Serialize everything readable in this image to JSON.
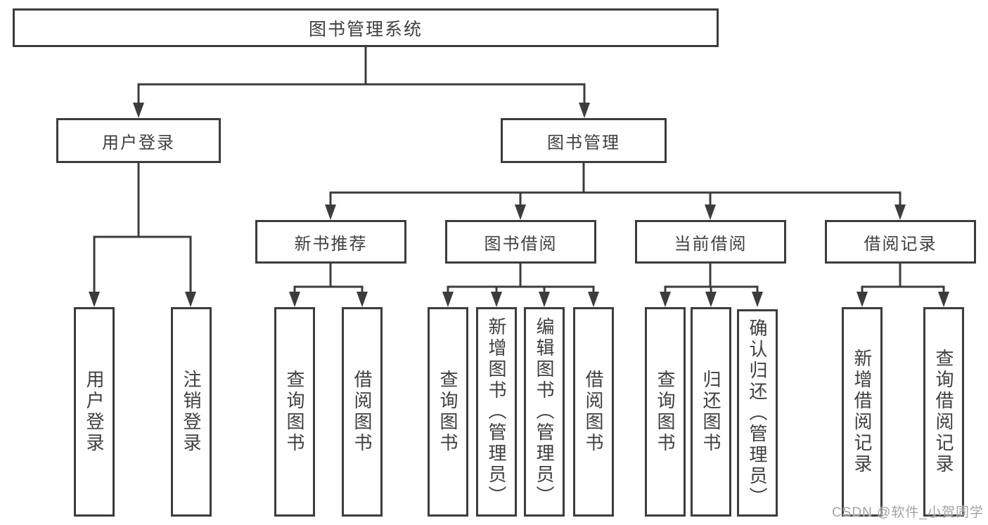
{
  "watermark": "CSDN @软件_小贺同学",
  "tree": {
    "root": {
      "label": "图书管理系统"
    },
    "level2": [
      {
        "label": "用户登录"
      },
      {
        "label": "图书管理"
      }
    ],
    "level3": [
      {
        "label": "新书推荐"
      },
      {
        "label": "图书借阅"
      },
      {
        "label": "当前借阅"
      },
      {
        "label": "借阅记录"
      }
    ],
    "leaves": [
      {
        "label": "用户登录",
        "parent": "用户登录"
      },
      {
        "label": "注销登录",
        "parent": "用户登录"
      },
      {
        "label": "查询图书",
        "parent": "新书推荐"
      },
      {
        "label": "借阅图书",
        "parent": "新书推荐"
      },
      {
        "label": "查询图书",
        "parent": "图书借阅"
      },
      {
        "label": "新增图书（管理员）",
        "parent": "图书借阅"
      },
      {
        "label": "编辑图书（管理员）",
        "parent": "图书借阅"
      },
      {
        "label": "借阅图书",
        "parent": "图书借阅"
      },
      {
        "label": "查询图书",
        "parent": "当前借阅"
      },
      {
        "label": "归还图书",
        "parent": "当前借阅"
      },
      {
        "label": "确认归还（管理员）",
        "parent": "当前借阅"
      },
      {
        "label": "新增借阅记录",
        "parent": "借阅记录"
      },
      {
        "label": "查询借阅记录",
        "parent": "借阅记录"
      }
    ]
  }
}
